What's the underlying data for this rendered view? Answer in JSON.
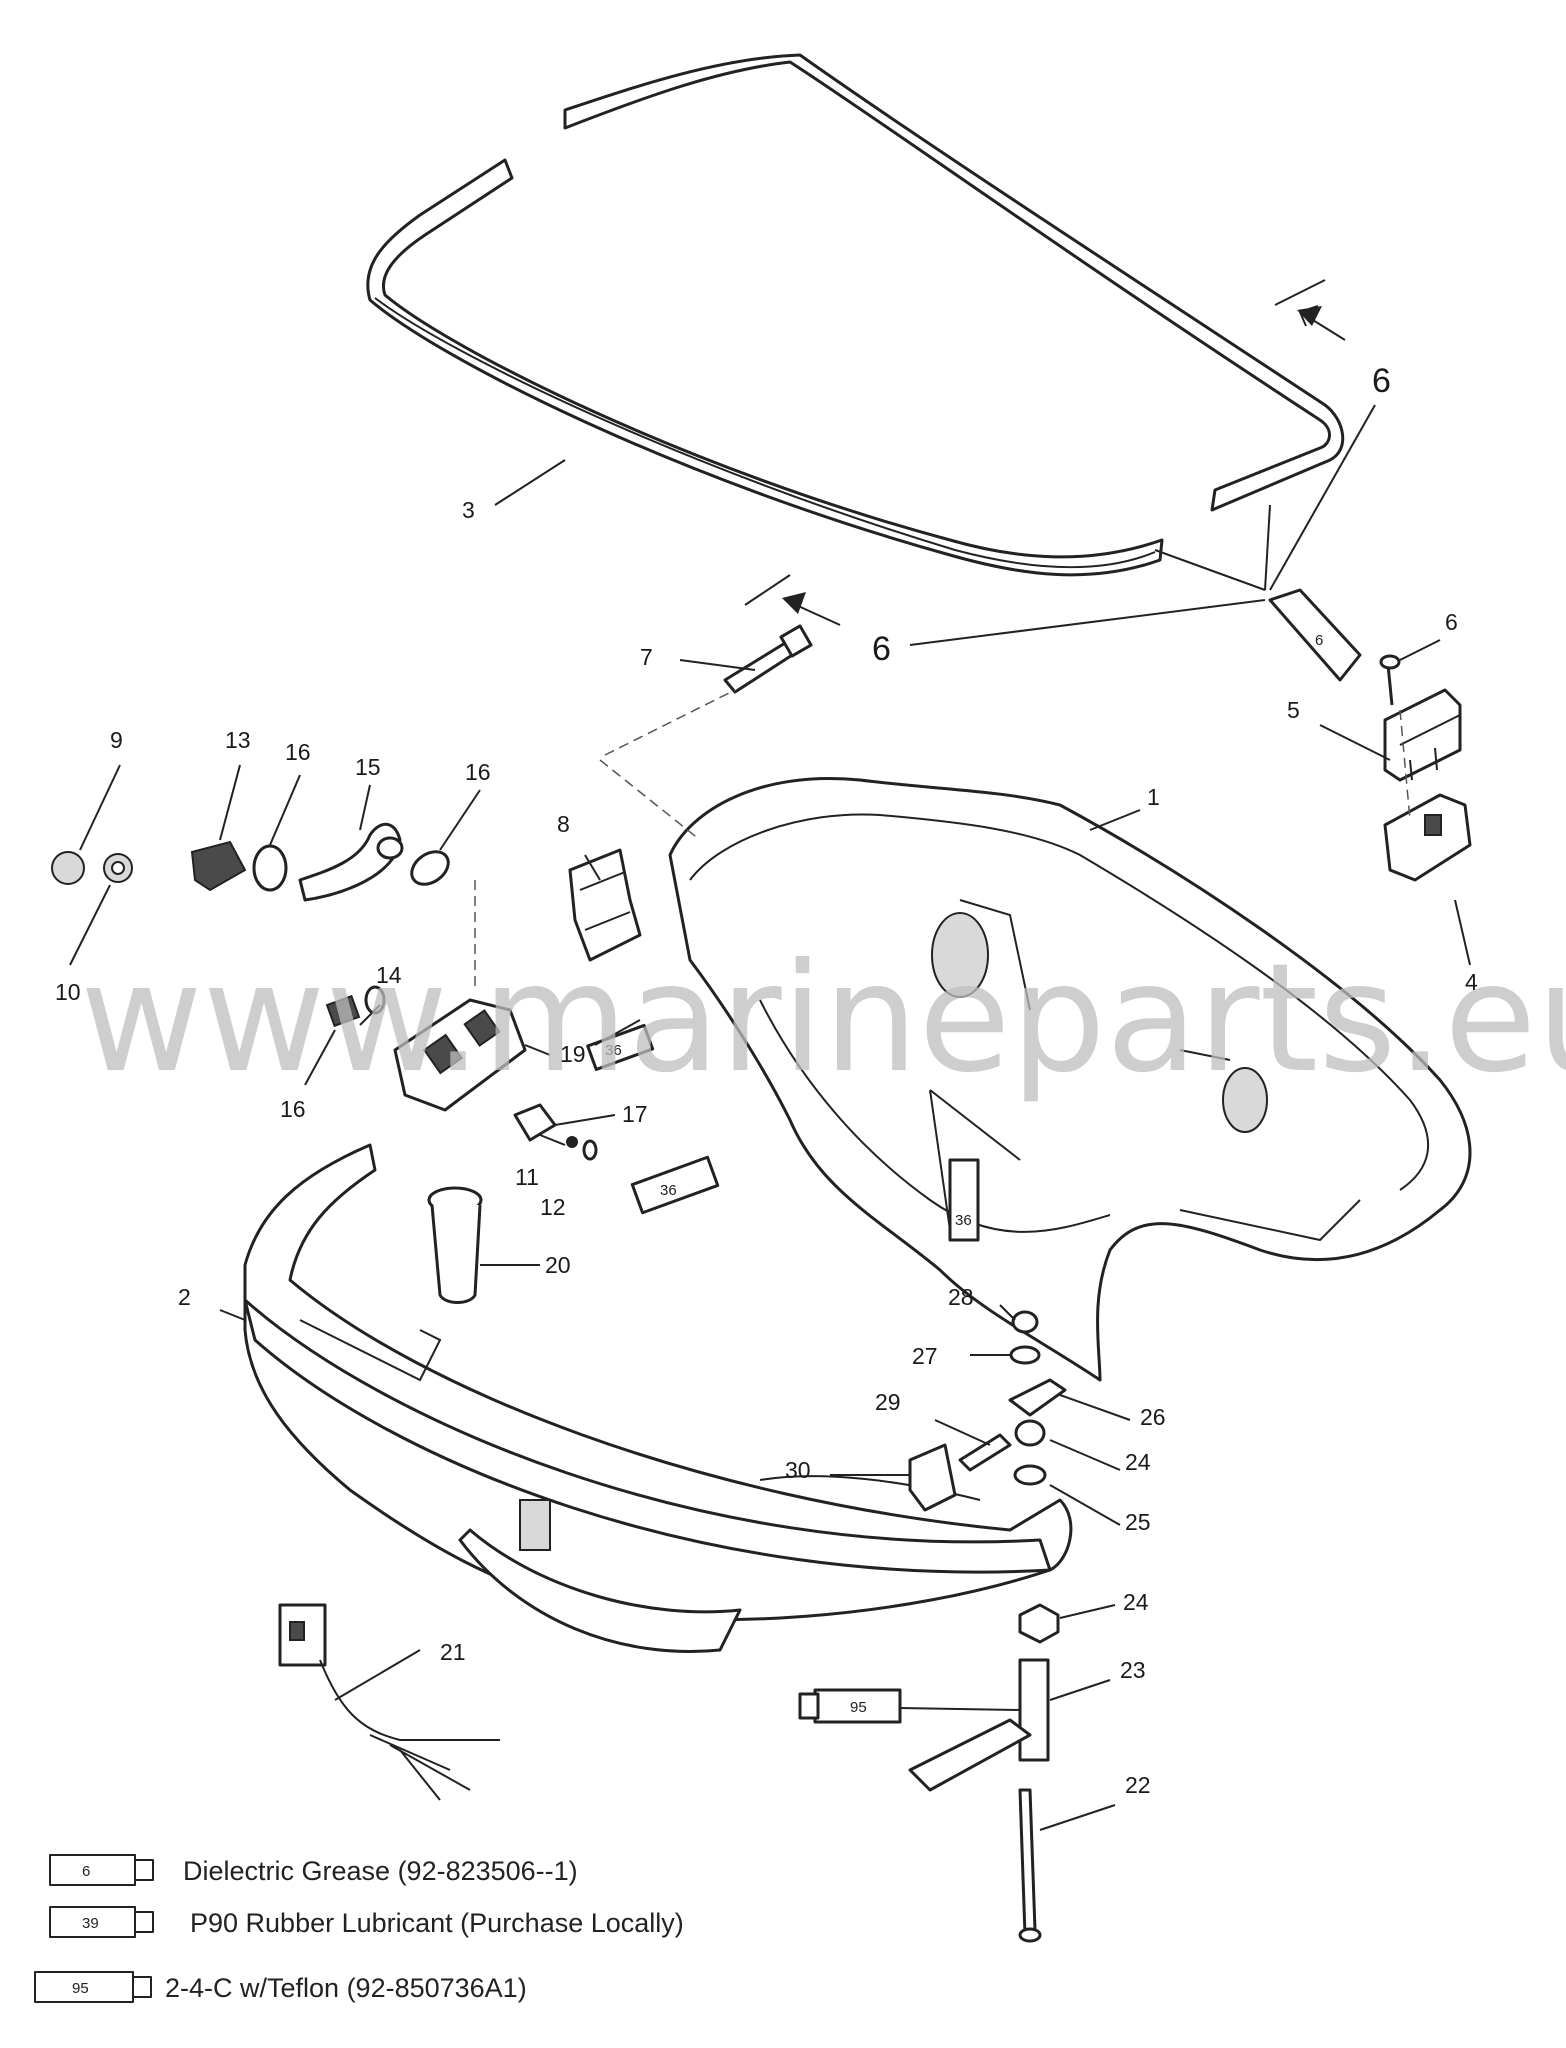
{
  "watermark": "www.marineparts.eu",
  "callouts": {
    "c1": "1",
    "c2": "2",
    "c3": "3",
    "c4": "4",
    "c5": "5",
    "c6a": "6",
    "c6b": "6",
    "c6c": "6",
    "c7": "7",
    "c8": "8",
    "c9": "9",
    "c10": "10",
    "c11": "11",
    "c12": "12",
    "c13": "13",
    "c14": "14",
    "c15": "15",
    "c16a": "16",
    "c16b": "16",
    "c16c": "16",
    "c17": "17",
    "c19": "19",
    "c20": "20",
    "c21": "21",
    "c22": "22",
    "c23": "23",
    "c24a": "24",
    "c24b": "24",
    "c25": "25",
    "c26": "26",
    "c27": "27",
    "c28": "28",
    "c29": "29",
    "c30": "30"
  },
  "tube_labels": {
    "t6": "6",
    "t36a": "36",
    "t36b": "36",
    "t36c": "36",
    "t95": "95"
  },
  "legend": [
    {
      "code": "6",
      "text": "Dielectric Grease (92-823506--1)"
    },
    {
      "code": "39",
      "text": "P90 Rubber Lubricant (Purchase Locally)"
    },
    {
      "code": "95",
      "text": "2-4-C w/Teflon (92-850736A1)"
    }
  ]
}
